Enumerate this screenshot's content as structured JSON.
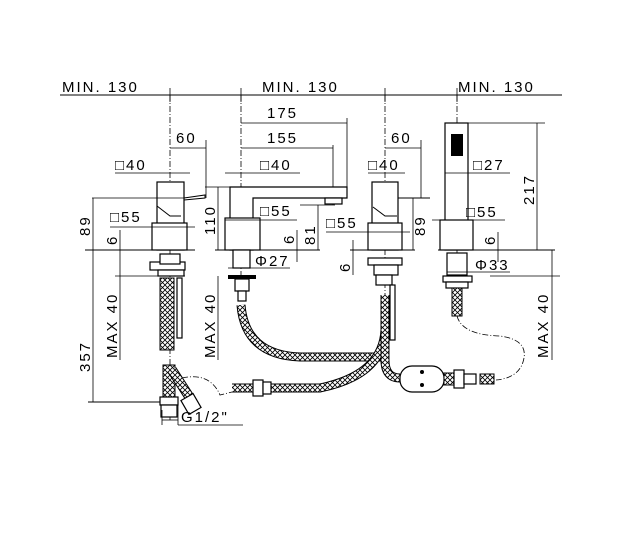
{
  "drawing": {
    "spacing": {
      "left": "MIN. 130",
      "middle": "MIN. 130",
      "right": "MIN. 130"
    },
    "spout": {
      "reach_outer": "175",
      "reach_inner": "155",
      "square": "□40",
      "base_square": "□55",
      "height": "110",
      "outlet_height": "81",
      "base_thickness": "6",
      "shank": "Φ27",
      "max_deck": "MAX 40"
    },
    "left_mixer": {
      "lever": "60",
      "square": "□40",
      "base_square": "□55",
      "height": "89",
      "base_thickness": "6",
      "max_deck": "MAX 40",
      "total_height": "357",
      "connection": "G1/2\""
    },
    "right_mixer": {
      "lever": "60",
      "square": "□40",
      "base_square": "□55",
      "height": "89",
      "base_thickness": "6"
    },
    "hand_shower": {
      "square": "□27",
      "base_square": "□55",
      "height": "217",
      "base_thickness": "6",
      "shank": "Φ33",
      "max_deck": "MAX 40"
    }
  }
}
